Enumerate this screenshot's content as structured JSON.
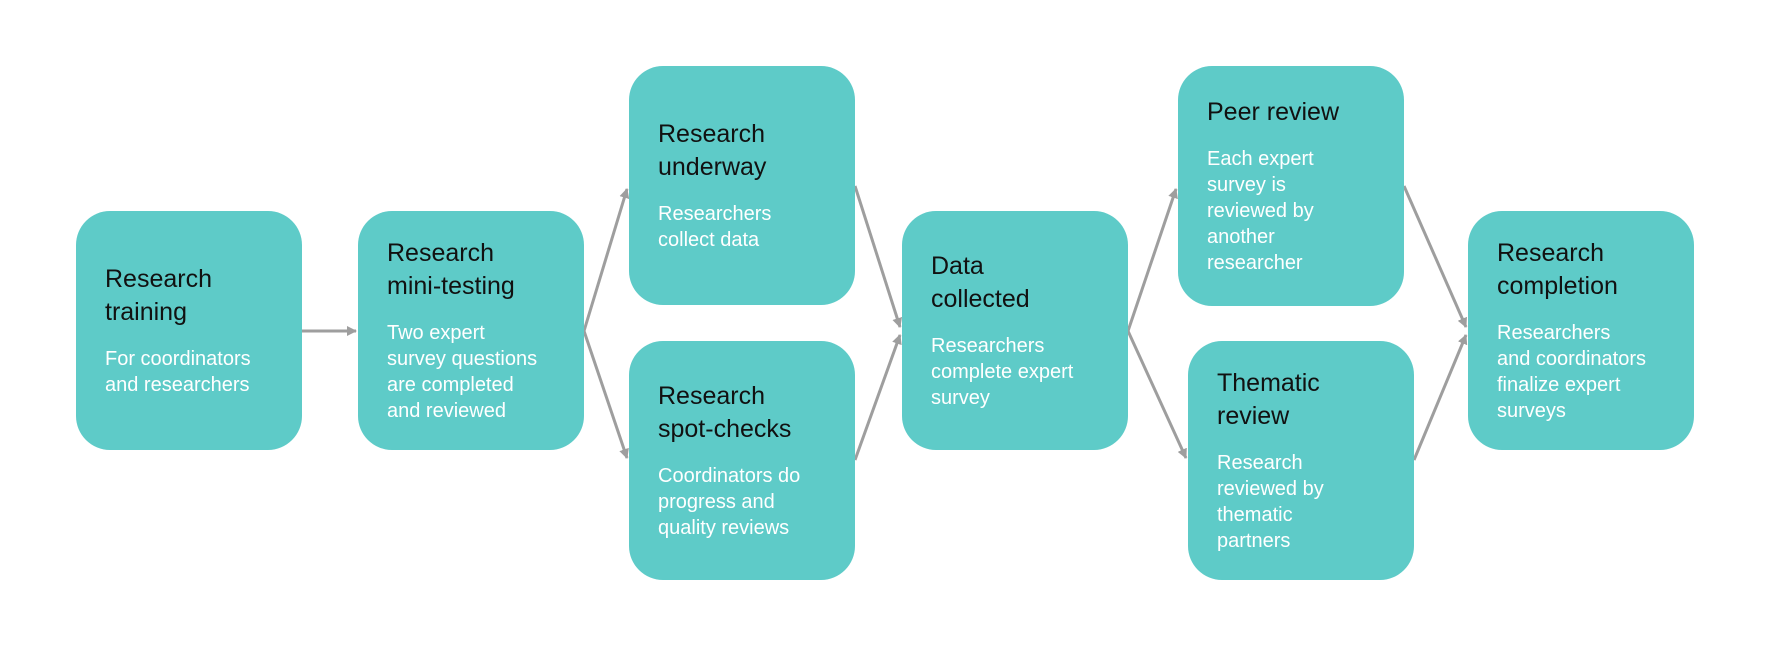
{
  "colors": {
    "node_fill": "#5ECBC8",
    "title_text": "#111111",
    "description_text": "#ffffff",
    "arrow": "#9E9E9E"
  },
  "nodes": {
    "training": {
      "title": "Research\ntraining",
      "description": "For coordinators\nand researchers"
    },
    "minitest": {
      "title": "Research\nmini-testing",
      "description": "Two expert\nsurvey questions\nare completed\nand reviewed"
    },
    "underway": {
      "title": "Research\nunderway",
      "description": "Researchers\ncollect data"
    },
    "spotcheck": {
      "title": "Research\nspot-checks",
      "description": "Coordinators do\nprogress and\nquality reviews"
    },
    "collected": {
      "title": "Data\ncollected",
      "description": "Researchers\ncomplete expert\nsurvey"
    },
    "peer": {
      "title": "Peer review",
      "description": "Each expert\nsurvey is\nreviewed by\nanother\nresearcher"
    },
    "thematic": {
      "title": "Thematic\nreview",
      "description": "Research\nreviewed by\nthematic\npartners"
    },
    "completion": {
      "title": "Research\ncompletion",
      "description": "Researchers\nand coordinators\nfinalize expert\nsurveys"
    }
  },
  "edges": [
    {
      "from": "training",
      "to": "minitest"
    },
    {
      "from": "minitest",
      "to": "underway"
    },
    {
      "from": "minitest",
      "to": "spotcheck"
    },
    {
      "from": "underway",
      "to": "collected"
    },
    {
      "from": "spotcheck",
      "to": "collected"
    },
    {
      "from": "collected",
      "to": "peer"
    },
    {
      "from": "collected",
      "to": "thematic"
    },
    {
      "from": "peer",
      "to": "completion"
    },
    {
      "from": "thematic",
      "to": "completion"
    }
  ]
}
